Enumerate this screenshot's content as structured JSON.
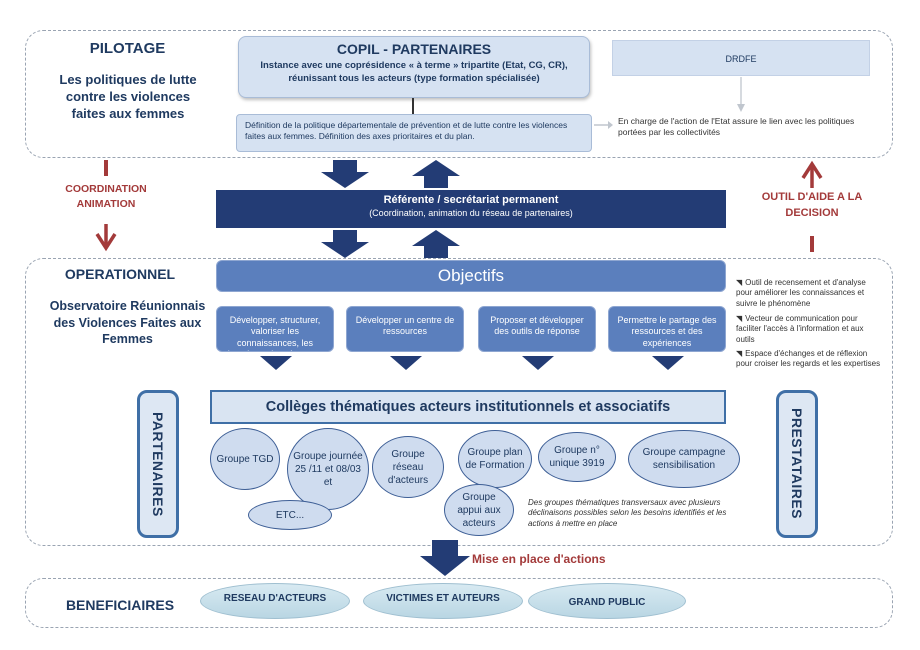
{
  "pilotage": {
    "title": "PILOTAGE",
    "subtitle": "Les politiques de lutte contre les violences faites aux femmes",
    "copil_title": "COPIL - PARTENAIRES",
    "copil_desc": "Instance avec une coprésidence « à terme » tripartite (Etat, CG, CR), réunissant tous les acteurs (type formation spécialisée)",
    "definition": "Définition de la politique départementale de prévention et de lutte contre les violences faites aux femmes. Définition des axes prioritaires et du plan.",
    "drdfe": "DRDFE",
    "drdfe_desc": "En charge de l'action de l'Etat assure le lien  avec les politiques portées par les collectivités"
  },
  "coordination": "COORDINATION ANIMATION",
  "outil": "OUTIL D'AIDE A LA DECISION",
  "referente": {
    "title": "Référente / secrétariat permanent",
    "desc": "(Coordination, animation du réseau de partenaires)"
  },
  "operationnel": {
    "title": "OPERATIONNEL",
    "subtitle": "Observatoire Réunionnais des Violences Faites aux Femmes",
    "objectifs": "Objectifs",
    "objectives": [
      "Développer, structurer, valoriser les connaissances, les besoins et les réponses",
      "Développer un centre de ressources",
      "Proposer et développer des outils de réponse",
      "Permettre le partage des ressources et des expériences"
    ],
    "tools": [
      "Outil de recensement et d'analyse pour améliorer les connaissances et suivre le phénomène",
      "Vecteur de communication pour faciliter l'accès à l'information et aux outils",
      "Espace d'échanges et de réflexion pour croiser les regards et les expertises"
    ],
    "colleges": "Collèges thématiques acteurs institutionnels et associatifs",
    "partenaires": "PARTENAIRES",
    "prestataires": "PRESTATAIRES",
    "groups": [
      "Groupe TGD",
      "Groupe journée 25 /11 et 08/03 et",
      "Groupe réseau d'acteurs",
      "Groupe plan de Formation",
      "Groupe n° unique 3919",
      "Groupe campagne sensibilisation",
      "Groupe appui aux acteurs",
      "ETC..."
    ],
    "groups_note": "Des groupes thématiques transversaux avec plusieurs déclinaisons possibles selon les besoins identifiés et les actions à mettre en place"
  },
  "mise_en_place": "Mise en place d'actions",
  "beneficiaires": {
    "title": "BENEFICIAIRES",
    "items": [
      "RESEAU D'ACTEURS",
      "VICTIMES ET AUTEURS",
      "GRAND PUBLIC"
    ]
  },
  "colors": {
    "dark_navy": "#233c75",
    "mid_blue": "#5b7fbd",
    "light_blue": "#d6e2f2",
    "red_accent": "#a33a3a",
    "teal_light": "#c6dfe9"
  }
}
